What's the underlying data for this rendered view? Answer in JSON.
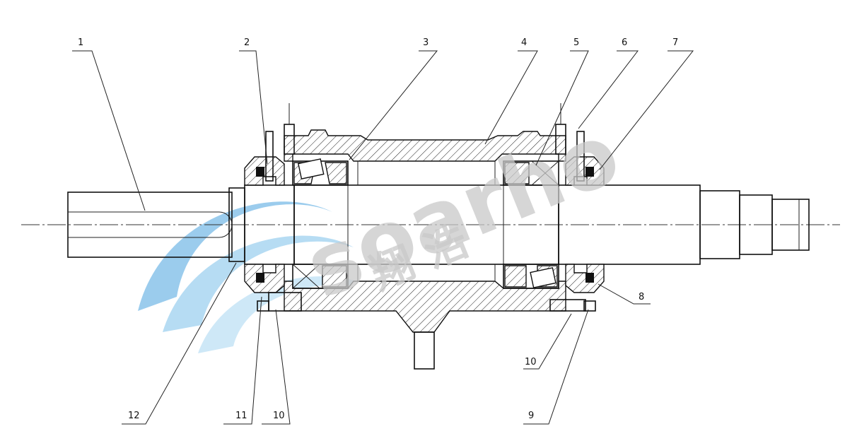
{
  "callouts": [
    {
      "id": "1",
      "text": "1"
    },
    {
      "id": "2",
      "text": "2"
    },
    {
      "id": "3",
      "text": "3"
    },
    {
      "id": "4",
      "text": "4"
    },
    {
      "id": "5",
      "text": "5"
    },
    {
      "id": "6",
      "text": "6"
    },
    {
      "id": "7",
      "text": "7"
    },
    {
      "id": "8",
      "text": "8"
    },
    {
      "id": "9",
      "text": "9"
    },
    {
      "id": "10a",
      "text": "10"
    },
    {
      "id": "10b",
      "text": "10"
    },
    {
      "id": "11",
      "text": "11"
    },
    {
      "id": "12",
      "text": "12"
    }
  ],
  "watermark": {
    "brand_text": "soarho",
    "chinese_text": "翔 浩",
    "color": "#c9c9c9",
    "logo_color": "#4aa3df"
  }
}
